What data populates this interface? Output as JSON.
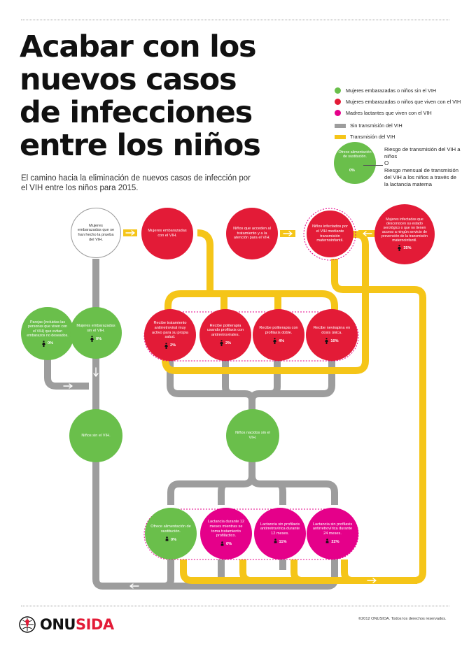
{
  "header": {
    "title_lines": [
      "Acabar con los",
      "nuevos casos",
      "de infecciones",
      "entre los niños"
    ],
    "subtitle": "El camino hacia la eliminación de nuevos casos de infección por el VIH entre los niños para 2015."
  },
  "legend": {
    "items": [
      {
        "label": "Mujeres embarazadas o niños sin el VIH",
        "color": "#6abf4b"
      },
      {
        "label": "Mujeres embarazadas o niños que viven con el VIH",
        "color": "#e31b37"
      },
      {
        "label": "Madres lactantes que viven con el VIH",
        "color": "#e5008a"
      }
    ],
    "lines": [
      {
        "label": "Sin transmisión del VIH",
        "color": "#9d9d9d"
      },
      {
        "label": "Transmisión del VIH",
        "color": "#f5c518"
      }
    ],
    "example": {
      "node_text": "Ofrece alimentación de sustitución.",
      "percent": "0%",
      "label_risk": "Riesgo de transmisión del VIH a niños",
      "or": "O",
      "label_monthly": "Riesgo mensual de transmisión del VIH a los niños a través de la lactancia materna"
    }
  },
  "nodes": {
    "tested": {
      "text": "Mujeres embarazadas que se han hecho la prueba del VIH.",
      "percent": ""
    },
    "hiv_pregnant": {
      "text": "Mujeres embarazadas con el VIH.",
      "percent": ""
    },
    "children_access": {
      "text": "Niños que acceden al tratamiento y a la atención para el VIH.",
      "percent": ""
    },
    "children_infected": {
      "text": "Niños infectados por el VIH mediante transmisión maternoinfantil.",
      "percent": ""
    },
    "unaware": {
      "text": "Mujeres infectadas que desconocen su estado serológico o que no tienen acceso a ningún servicio de prevención de la transmisión maternoinfantil.",
      "percent": "35%"
    },
    "art": {
      "text": "Recibe tratamiento antirretroviral muy activo para su propia salud.",
      "percent": "2%"
    },
    "triple": {
      "text": "Recibe politerapia usando profilaxis con antirretrovirales.",
      "percent": "2%"
    },
    "double": {
      "text": "Recibe politerapia con profilaxis doble.",
      "percent": "4%"
    },
    "nvp": {
      "text": "Recibe nevirapina en dosis única.",
      "percent": "10%"
    },
    "couples": {
      "text": "Parejas (incluidas las personas que viven con el VIH) que evitan embarazos no deseados.",
      "percent": "0%"
    },
    "neg_pregnant": {
      "text": "Mujeres embarazadas sin el VIH.",
      "percent": "0%"
    },
    "children_neg_left": {
      "text": "Niños sin el VIH.",
      "percent": ""
    },
    "children_born_neg": {
      "text": "Niños nacidos sin el VIH.",
      "percent": ""
    },
    "replacement": {
      "text": "Ofrece alimentación de sustitución.",
      "percent": "0%"
    },
    "bf_12_treat": {
      "text": "Lactancia durante 12 meses mientras se toma tratamiento profiláctico.",
      "percent": "0%"
    },
    "bf_12_no": {
      "text": "Lactancia sin profilaxis antirretrovírica durante 12 meses.",
      "percent": "11%"
    },
    "bf_24_no": {
      "text": "Lactancia sin profilaxis antirretrovírica durante 24 meses.",
      "percent": "22%"
    }
  },
  "footer": {
    "logo_part1": "ONU",
    "logo_part2": "SIDA",
    "copyright": "©2012 ONUSIDA. Todos los derechos reservados."
  }
}
